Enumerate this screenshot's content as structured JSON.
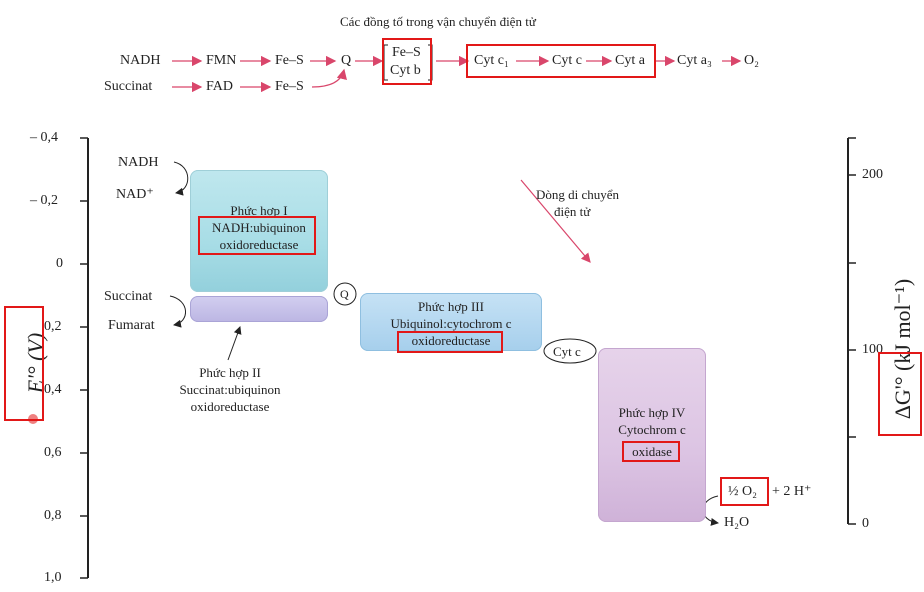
{
  "title": "Các đồng tố trong vận chuyển điện tử",
  "chain": {
    "row1": [
      "NADH",
      "FMN",
      "Fe–S",
      "Q"
    ],
    "row2": [
      "Succinat",
      "FAD",
      "Fe–S"
    ],
    "mid_top": "Fe–S",
    "mid_bottom": "Cyt b",
    "right": [
      "Cyt c₁",
      "Cyt c",
      "Cyt a",
      "Cyt a₃",
      "O₂"
    ]
  },
  "left_axis": {
    "label": "E'° (V)",
    "ticks": [
      "– 0,4",
      "– 0,2",
      "0",
      "0,2",
      "0,4",
      "0,6",
      "0,8",
      "1,0"
    ]
  },
  "right_axis": {
    "label": "ΔG'° (kJ mol⁻¹)",
    "ticks": [
      "200",
      "100",
      "0"
    ]
  },
  "complex1": {
    "line1": "Phức hợp I",
    "line2": "NADH:ubiquinon",
    "line3": "oxidoreductase"
  },
  "complex2": {
    "line1": "Phức hợp II",
    "line2": "Succinat:ubiquinon",
    "line3": "oxidoreductase"
  },
  "complex3": {
    "line1": "Phức hợp III",
    "line2": "Ubiquinol:cytochrom c",
    "line3": "oxidoreductase"
  },
  "complex4": {
    "line1": "Phức hợp IV",
    "line2": "Cytochrom c",
    "line3": "oxidase"
  },
  "labels": {
    "nadh": "NADH",
    "nad": "NAD⁺",
    "succinat": "Succinat",
    "fumarat": "Fumarat",
    "q": "Q",
    "cytc": "Cyt c",
    "half_o2": "½ O₂",
    "plus_2h": "+ 2 H⁺",
    "h2o": "H₂O",
    "flow_line1": "Dòng di chuyển",
    "flow_line2": "điện tử"
  },
  "colors": {
    "highlight": "#e21818",
    "complex1": "#a8dde6",
    "complex2": "#c2bde6",
    "complex3": "#a6cfec",
    "complex4": "#dcc4e3",
    "arrow": "#d9466b"
  }
}
